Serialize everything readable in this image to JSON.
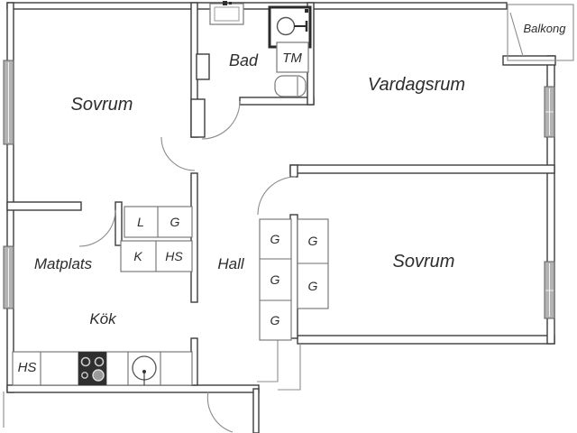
{
  "plan": {
    "rooms": {
      "bedroom1": "Sovrum",
      "bathroom": "Bad",
      "washing_machine": "TM",
      "living_room": "Vardagsrum",
      "balcony": "Balkong",
      "dining": "Matplats",
      "hall": "Hall",
      "kitchen": "Kök",
      "bedroom2": "Sovrum"
    },
    "closets": {
      "top_row": [
        "L",
        "G"
      ],
      "bottom_row": [
        "K",
        "HS"
      ],
      "hall_column": [
        "G",
        "G",
        "G"
      ],
      "bedroom_column": [
        "G",
        "G"
      ],
      "counter_cabinet": "HS"
    },
    "icons": [
      "stove-icon",
      "sink-icon",
      "washbasin-icon",
      "shower-icon",
      "toilet-icon",
      "window-icon",
      "door-arc-icon",
      "balcony-door-icon"
    ],
    "colors": {
      "wall": "#3c3c3c",
      "thin_line": "#8c8c8c",
      "window_glass": "#b3b3b3",
      "fixture_dark": "#2f2f2f",
      "text": "#2d2d2d",
      "background": "#ffffff"
    }
  }
}
